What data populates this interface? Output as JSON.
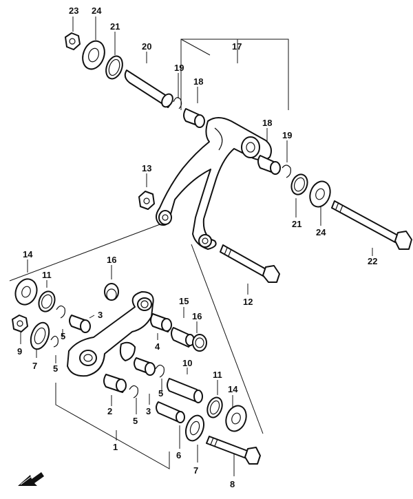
{
  "callouts": {
    "c23": "23",
    "c24a": "24",
    "c21a": "21",
    "c20": "20",
    "c17": "17",
    "c19a": "19",
    "c18a": "18",
    "c18b": "18",
    "c19b": "19",
    "c13": "13",
    "c21b": "21",
    "c24b": "24",
    "c22": "22",
    "c14a": "14",
    "c11a": "11",
    "c16a": "16",
    "c3a": "3",
    "c9": "9",
    "c7a": "7",
    "c5a": "5",
    "c5b": "5",
    "c15": "15",
    "c16b": "16",
    "c4": "4",
    "c12": "12",
    "c10": "10",
    "c3b": "3",
    "c5c": "5",
    "c2": "2",
    "c5d": "5",
    "c11b": "11",
    "c14b": "14",
    "c1": "1",
    "c6": "6",
    "c7b": "7",
    "c8": "8"
  },
  "icons": {
    "front_arrow": "front-arrow-icon"
  }
}
